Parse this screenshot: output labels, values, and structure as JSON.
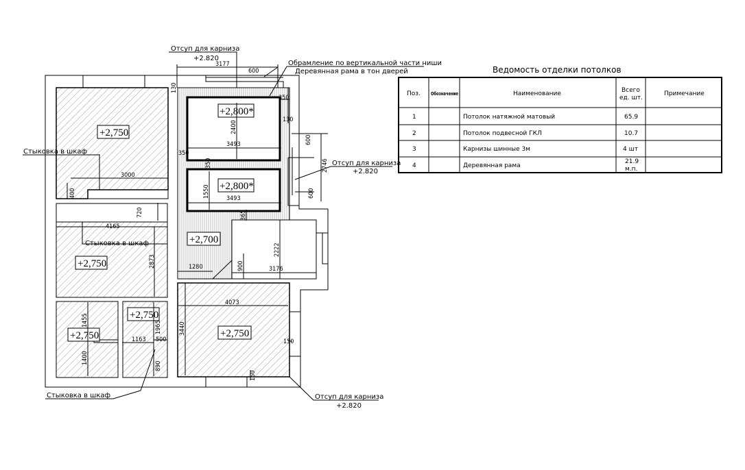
{
  "plan": {
    "levels": {
      "room_a": "+2,750",
      "room_b": "+2,750",
      "room_c": "+2,750",
      "room_d": "+2,750",
      "box_1": "+2,800*",
      "box_2": "+2,800*",
      "hall": "+2,700",
      "bottom_room": "+2,750"
    },
    "annotations": {
      "cornice_top": "Отсуп для карниза",
      "cornice_top_level": "+2.820",
      "cornice_right": "Отсуп для карниза",
      "cornice_right_level": "+2.820",
      "cornice_bottom": "Отсуп для карниза",
      "cornice_bottom_level": "+2.820",
      "niche_frame_1": "Обрамление по вертикальной части ниши",
      "niche_frame_2": "Деревянная рама в тон дверей",
      "joint_wardrobe_1": "Стыковка в шкаф",
      "joint_wardrobe_2": "Стыковка в шкаф",
      "joint_wardrobe_3": "Стыковка в шкаф"
    },
    "dimensions": {
      "d3177": "3177",
      "d600a": "600",
      "d130a": "130",
      "d350a": "350",
      "d130b": "130",
      "d2400": "2400",
      "d3493a": "3493",
      "d350b": "350",
      "d350c": "350",
      "d1550": "1550",
      "d3493b": "3493",
      "d600b": "600",
      "d2746": "2746",
      "d600c": "600",
      "d365": "365",
      "d2222": "2222",
      "d900": "900",
      "d3176": "3176",
      "d1280": "1280",
      "d3000": "3000",
      "d400": "400",
      "d720": "720",
      "d4165": "4165",
      "d2873": "2873",
      "d1455": "1455",
      "d1400": "1400",
      "d1965": "1965",
      "d1163": "1163",
      "d500": "500",
      "d890": "890",
      "d4073": "4073",
      "d3440": "3440",
      "d150a": "150",
      "d150b": "150"
    }
  },
  "schedule": {
    "title": "Ведомость отделки потолков",
    "headers": {
      "pos": "Поз.",
      "designation": "Обозначение",
      "name": "Наименование",
      "total_1": "Всего",
      "total_2": "ед. шт.",
      "note": "Примечание"
    },
    "rows": [
      {
        "pos": "1",
        "name": "Потолок натяжной матовый",
        "total": "65.9",
        "total_2": ""
      },
      {
        "pos": "2",
        "name": "Потолок подвесной ГКЛ",
        "total": "10.7",
        "total_2": ""
      },
      {
        "pos": "3",
        "name": "Карнизы шинные 3м",
        "total": "4 шт",
        "total_2": ""
      },
      {
        "pos": "4",
        "name": "Деревянная рама",
        "total": "21.9",
        "total_2": "м.п."
      }
    ]
  }
}
